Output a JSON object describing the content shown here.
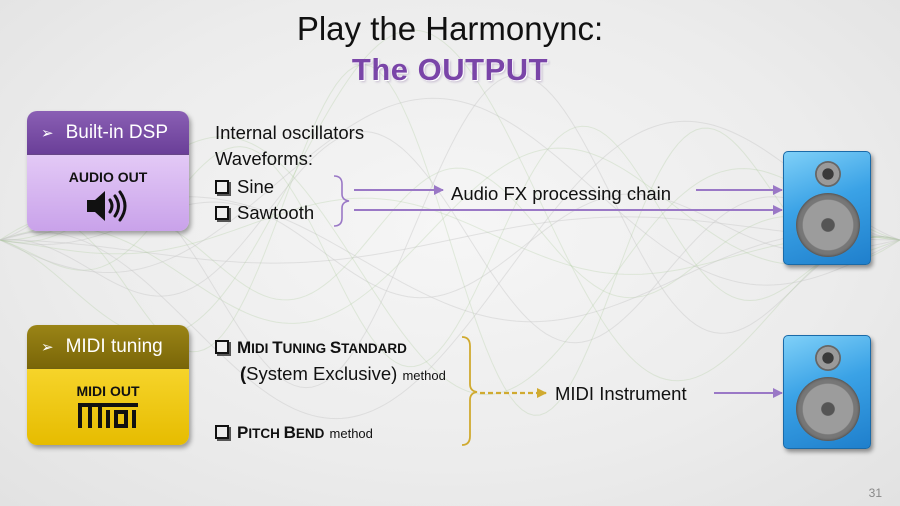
{
  "slide": {
    "title": "Play the Harmonync:",
    "subtitle": "The OUTPUT",
    "page_number": "31"
  },
  "audio_section": {
    "panel_header": "Built-in DSP",
    "panel_label": "AUDIO OUT",
    "panel_icon": "speaker-volume-icon",
    "line1": "Internal oscillators",
    "line2": "Waveforms:",
    "options": [
      "Sine",
      "Sawtooth"
    ],
    "chain_label": "Audio FX processing chain",
    "color_header": "#6a3f98",
    "color_body": "#d3b2ef"
  },
  "midi_section": {
    "panel_header": "MIDI tuning",
    "panel_label": "MIDI OUT",
    "panel_logo_text": "MIDI",
    "mts_first_cap": "M",
    "mts_word1_rest": "IDI ",
    "mts_t": "T",
    "mts_uning": "UNING ",
    "mts_s": "S",
    "mts_tandard": "TANDARD",
    "sysex_open": "(",
    "sysex_text": "System Exclusive)",
    "mts_method": "method",
    "pb_p": "P",
    "pb_itch": "ITCH ",
    "pb_b": "B",
    "pb_end": "END",
    "pb_method": "method",
    "instrument_label": "MIDI Instrument",
    "color_header": "#7a6608",
    "color_body": "#f0c814"
  },
  "colors": {
    "arrow_purple": "#9a78c6",
    "arrow_gold": "#d0aa30",
    "title_accent": "#7a45a8"
  }
}
